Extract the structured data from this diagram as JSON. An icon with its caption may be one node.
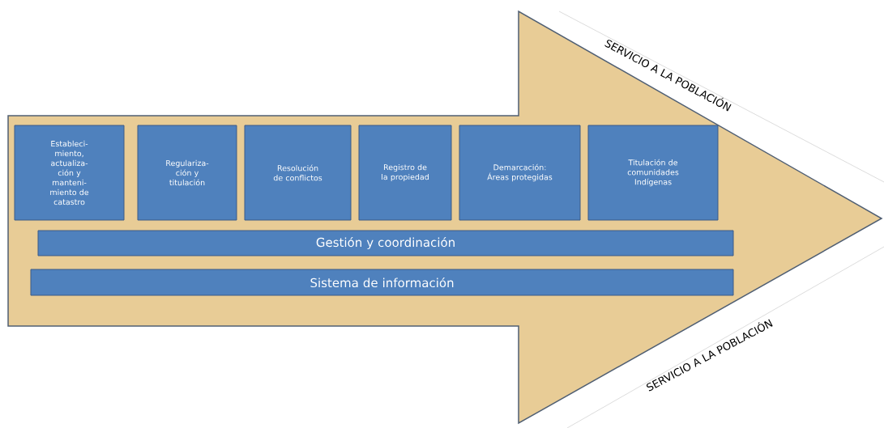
{
  "diagram": {
    "nodes": [
      {
        "text": [],
        "shape": "arrow"
      },
      {
        "text": [
          "Estableci- miento, actualiza- ción y manteni- miento de catastro"
        ],
        "in": 0
      },
      {
        "text": [
          "Regulariza- ción y titulación"
        ],
        "in": 0
      },
      {
        "text": [
          "Resolución de conflictos"
        ],
        "in": 0
      },
      {
        "text": [
          "Registro de la propiedad"
        ],
        "in": 0
      },
      {
        "text": [
          "Demarcación: Áreas protegidas"
        ],
        "in": 0
      },
      {
        "text": [
          "Titulación de comunidades Indígenas"
        ],
        "in": 0
      },
      {
        "text": [
          "Gestión y coordinación"
        ],
        "in": 0
      },
      {
        "text": [
          "Sistema de información"
        ],
        "in": 0
      }
    ],
    "edges": [],
    "labels": [
      "SERVICIO A LA POBLACIÓN",
      "SERVICIO A LA POBLACIÓN"
    ]
  }
}
